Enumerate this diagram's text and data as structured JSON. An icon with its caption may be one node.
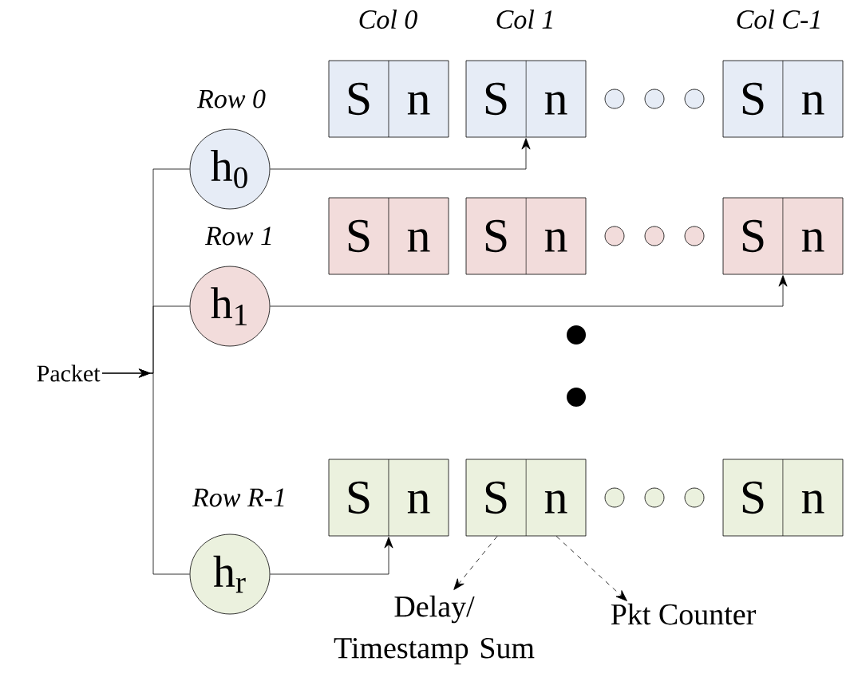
{
  "diagram": {
    "nodes": [
      {
        "text": [
          "S",
          "n"
        ]
      },
      {
        "text": [
          "S",
          "n"
        ]
      },
      {
        "text": [
          "S",
          "n"
        ]
      },
      {
        "text": [
          "h$_{0}$"
        ]
      },
      {
        "text": [
          "S",
          "n"
        ]
      },
      {
        "text": [
          "S",
          "n"
        ]
      },
      {
        "text": [
          "S",
          "n"
        ]
      },
      {
        "text": [
          "h$_{1}$"
        ]
      },
      {
        "text": [
          "Packet"
        ]
      },
      {
        "text": [
          "S",
          "n"
        ]
      },
      {
        "text": [
          "S",
          "n"
        ]
      },
      {
        "text": [
          "S",
          "n"
        ]
      },
      {
        "text": [
          "h$_{r}$"
        ]
      },
      {
        "text": [
          "Delay/ Timestamp Sum"
        ]
      },
      {
        "text": [
          "Pkt Counter"
        ]
      }
    ],
    "edges": [
      {
        "from": 8,
        "to": 3,
        "arrow": "to"
      },
      {
        "from": 8,
        "to": 7,
        "arrow": "to"
      },
      {
        "from": 8,
        "to": 12,
        "arrow": "to"
      },
      {
        "from": 3,
        "to": 1,
        "arrow": "to"
      },
      {
        "from": 7,
        "to": 6,
        "arrow": "to"
      },
      {
        "from": 12,
        "to": 9,
        "arrow": "to"
      },
      {
        "from": 10,
        "to": 13,
        "arrow": "to",
        "style": "dashed"
      },
      {
        "from": 10,
        "to": 14,
        "arrow": "to",
        "style": "dashed"
      }
    ],
    "labels": [
      "Col 0",
      "Col 1",
      "Col C-1",
      "Row 0",
      "Row 1",
      "Row R-1"
    ]
  }
}
